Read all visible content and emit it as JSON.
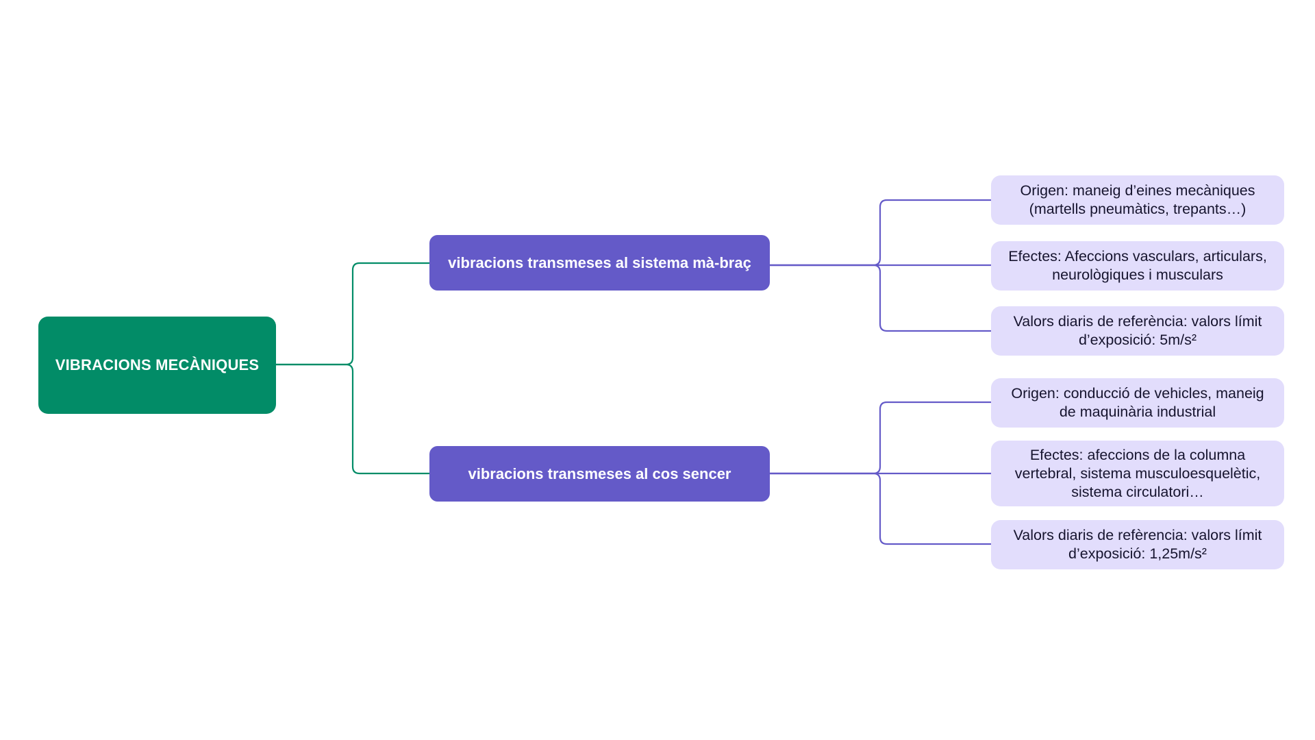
{
  "diagram": {
    "colors": {
      "root_fill": "#028c67",
      "root_connector": "#028c67",
      "branch_fill": "#645ac8",
      "branch_connector": "#645ac8",
      "leaf_fill": "#e2ddfc",
      "leaf_text": "#16142e"
    },
    "root": {
      "label": "VIBRACIONS MECÀNIQUES"
    },
    "branches": [
      {
        "label": "vibracions transmeses al sistema mà-braç",
        "leaves": [
          {
            "label": "Origen: maneig d’eines mecàniques\n(martells pneumàtics, trepants…)"
          },
          {
            "label": "Efectes: Afeccions vasculars, articulars,\nneurològiques i musculars"
          },
          {
            "label": "Valors diaris de referència: valors límit\nd’exposició: 5m/s²"
          }
        ]
      },
      {
        "label": "vibracions transmeses al cos sencer",
        "leaves": [
          {
            "label": "Origen: conducció de vehicles, maneig\nde maquinària industrial"
          },
          {
            "label": "Efectes: afeccions de la columna\nvertebral, sistema musculoesquelètic,\nsistema circulatori…"
          },
          {
            "label": "Valors diaris de refèrencia: valors límit\nd’exposició: 1,25m/s²"
          }
        ]
      }
    ]
  }
}
